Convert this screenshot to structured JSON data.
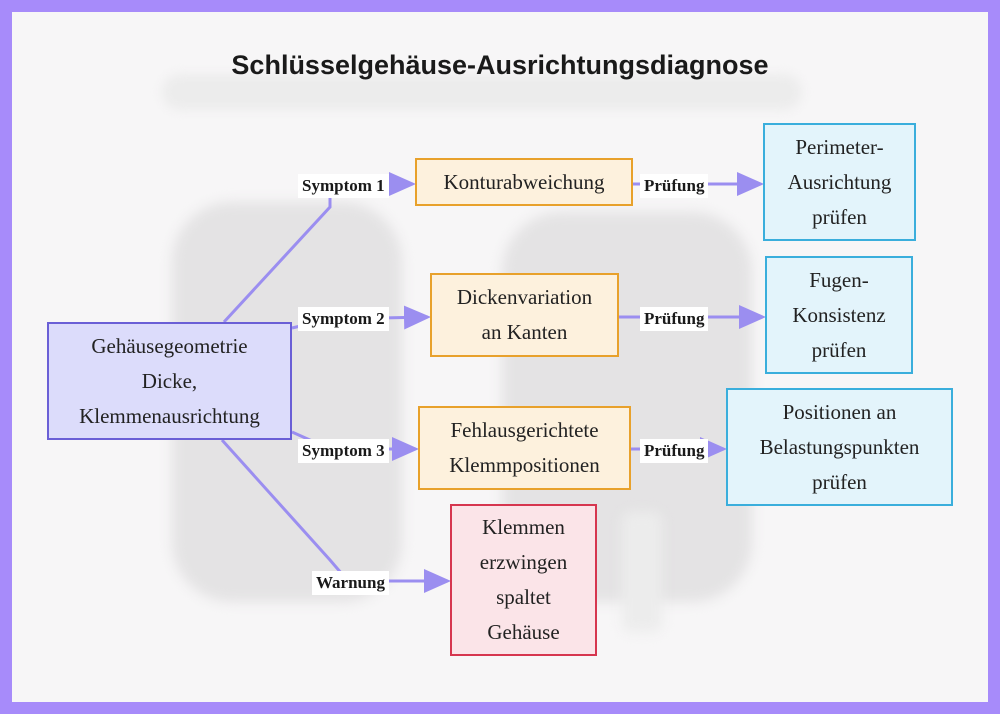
{
  "title": "Schlüsselgehäuse-Ausrichtungsdiagnose",
  "colors": {
    "frame": "#a78bfa",
    "root": "#6a5fd6",
    "symptom": "#e8a12b",
    "check": "#3aaedc",
    "warning": "#d6364f",
    "edge": "#9b8ef0"
  },
  "root": {
    "label": "Gehäusegeometrie\nDicke,\nKlemmenausrichtung"
  },
  "symptoms": [
    {
      "edge_label": "Symptom 1",
      "label": "Konturabweichung",
      "check_edge_label": "Prüfung",
      "check": "Perimeter-\nAusrichtung\nprüfen"
    },
    {
      "edge_label": "Symptom 2",
      "label": "Dickenvariation\nan Kanten",
      "check_edge_label": "Prüfung",
      "check": "Fugen-\nKonsistenz\nprüfen"
    },
    {
      "edge_label": "Symptom 3",
      "label": "Fehlausgerichtete\nKlemmpositionen",
      "check_edge_label": "Prüfung",
      "check": "Positionen an\nBelastungspunkten\nprüfen"
    }
  ],
  "warning": {
    "edge_label": "Warnung",
    "label": "Klemmen\nerzwingen\nspaltet\nGehäuse"
  }
}
